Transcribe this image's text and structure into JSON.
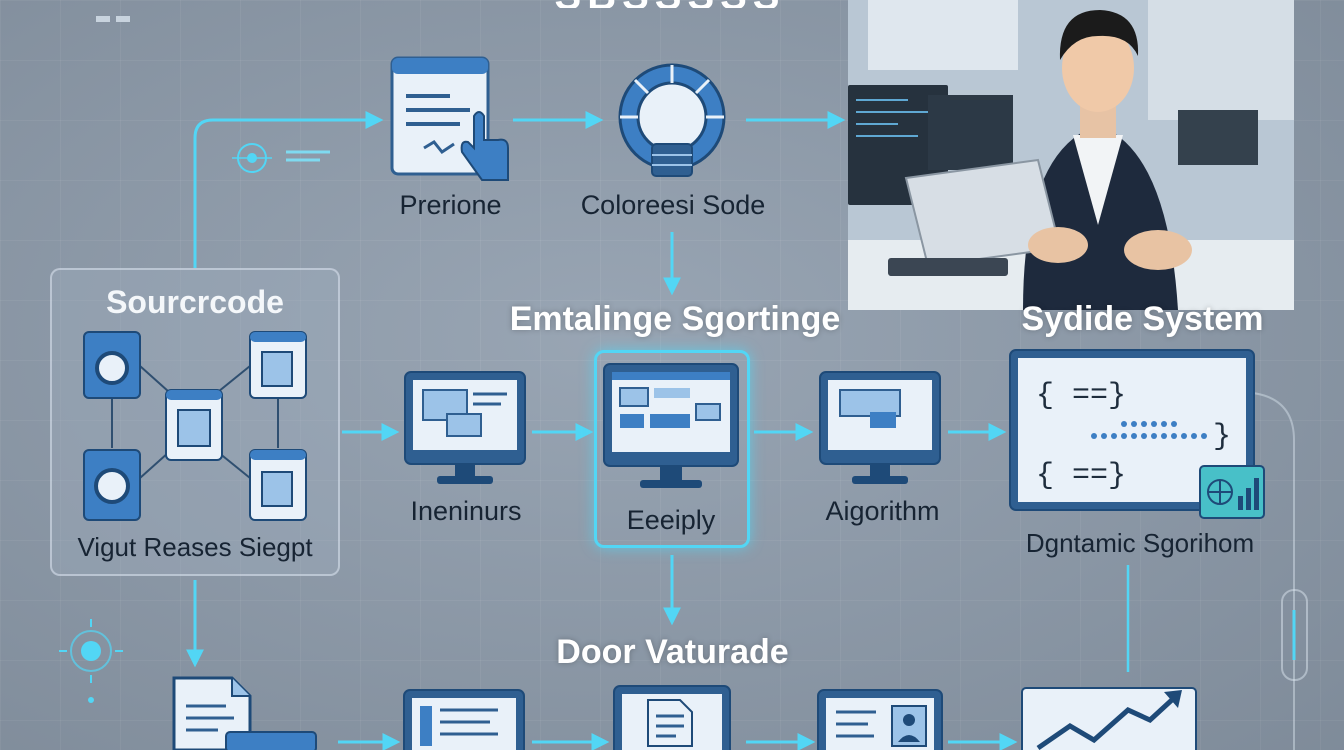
{
  "diagram": {
    "nodes": {
      "prerione": {
        "label": "Prerione",
        "icon": "document-hand-icon"
      },
      "coloreesi_sode": {
        "label": "Coloreesi Sode",
        "icon": "database-ring-icon"
      },
      "source_panel": {
        "title": "Sourcrcode",
        "caption": "Vigut Reases Siegpt"
      },
      "ineninurs": {
        "label": "Ineninurs",
        "icon": "monitor-icon"
      },
      "eeepily": {
        "label": "Eeeiply",
        "icon": "monitor-icon"
      },
      "aigorithm": {
        "label": "Aigorithm",
        "icon": "monitor-icon"
      },
      "dgntamic": {
        "label": "Dgntamic Sgorihom",
        "icon": "code-monitor-icon"
      }
    },
    "headings": {
      "emtalinge": "Emtalinge Sgortinge",
      "sydide": "Sydide System",
      "door": "Door Vaturade"
    },
    "colors": {
      "background": "#8d9bab",
      "accent": "#52d6f5",
      "icon_blue": "#3d7fc4"
    }
  }
}
